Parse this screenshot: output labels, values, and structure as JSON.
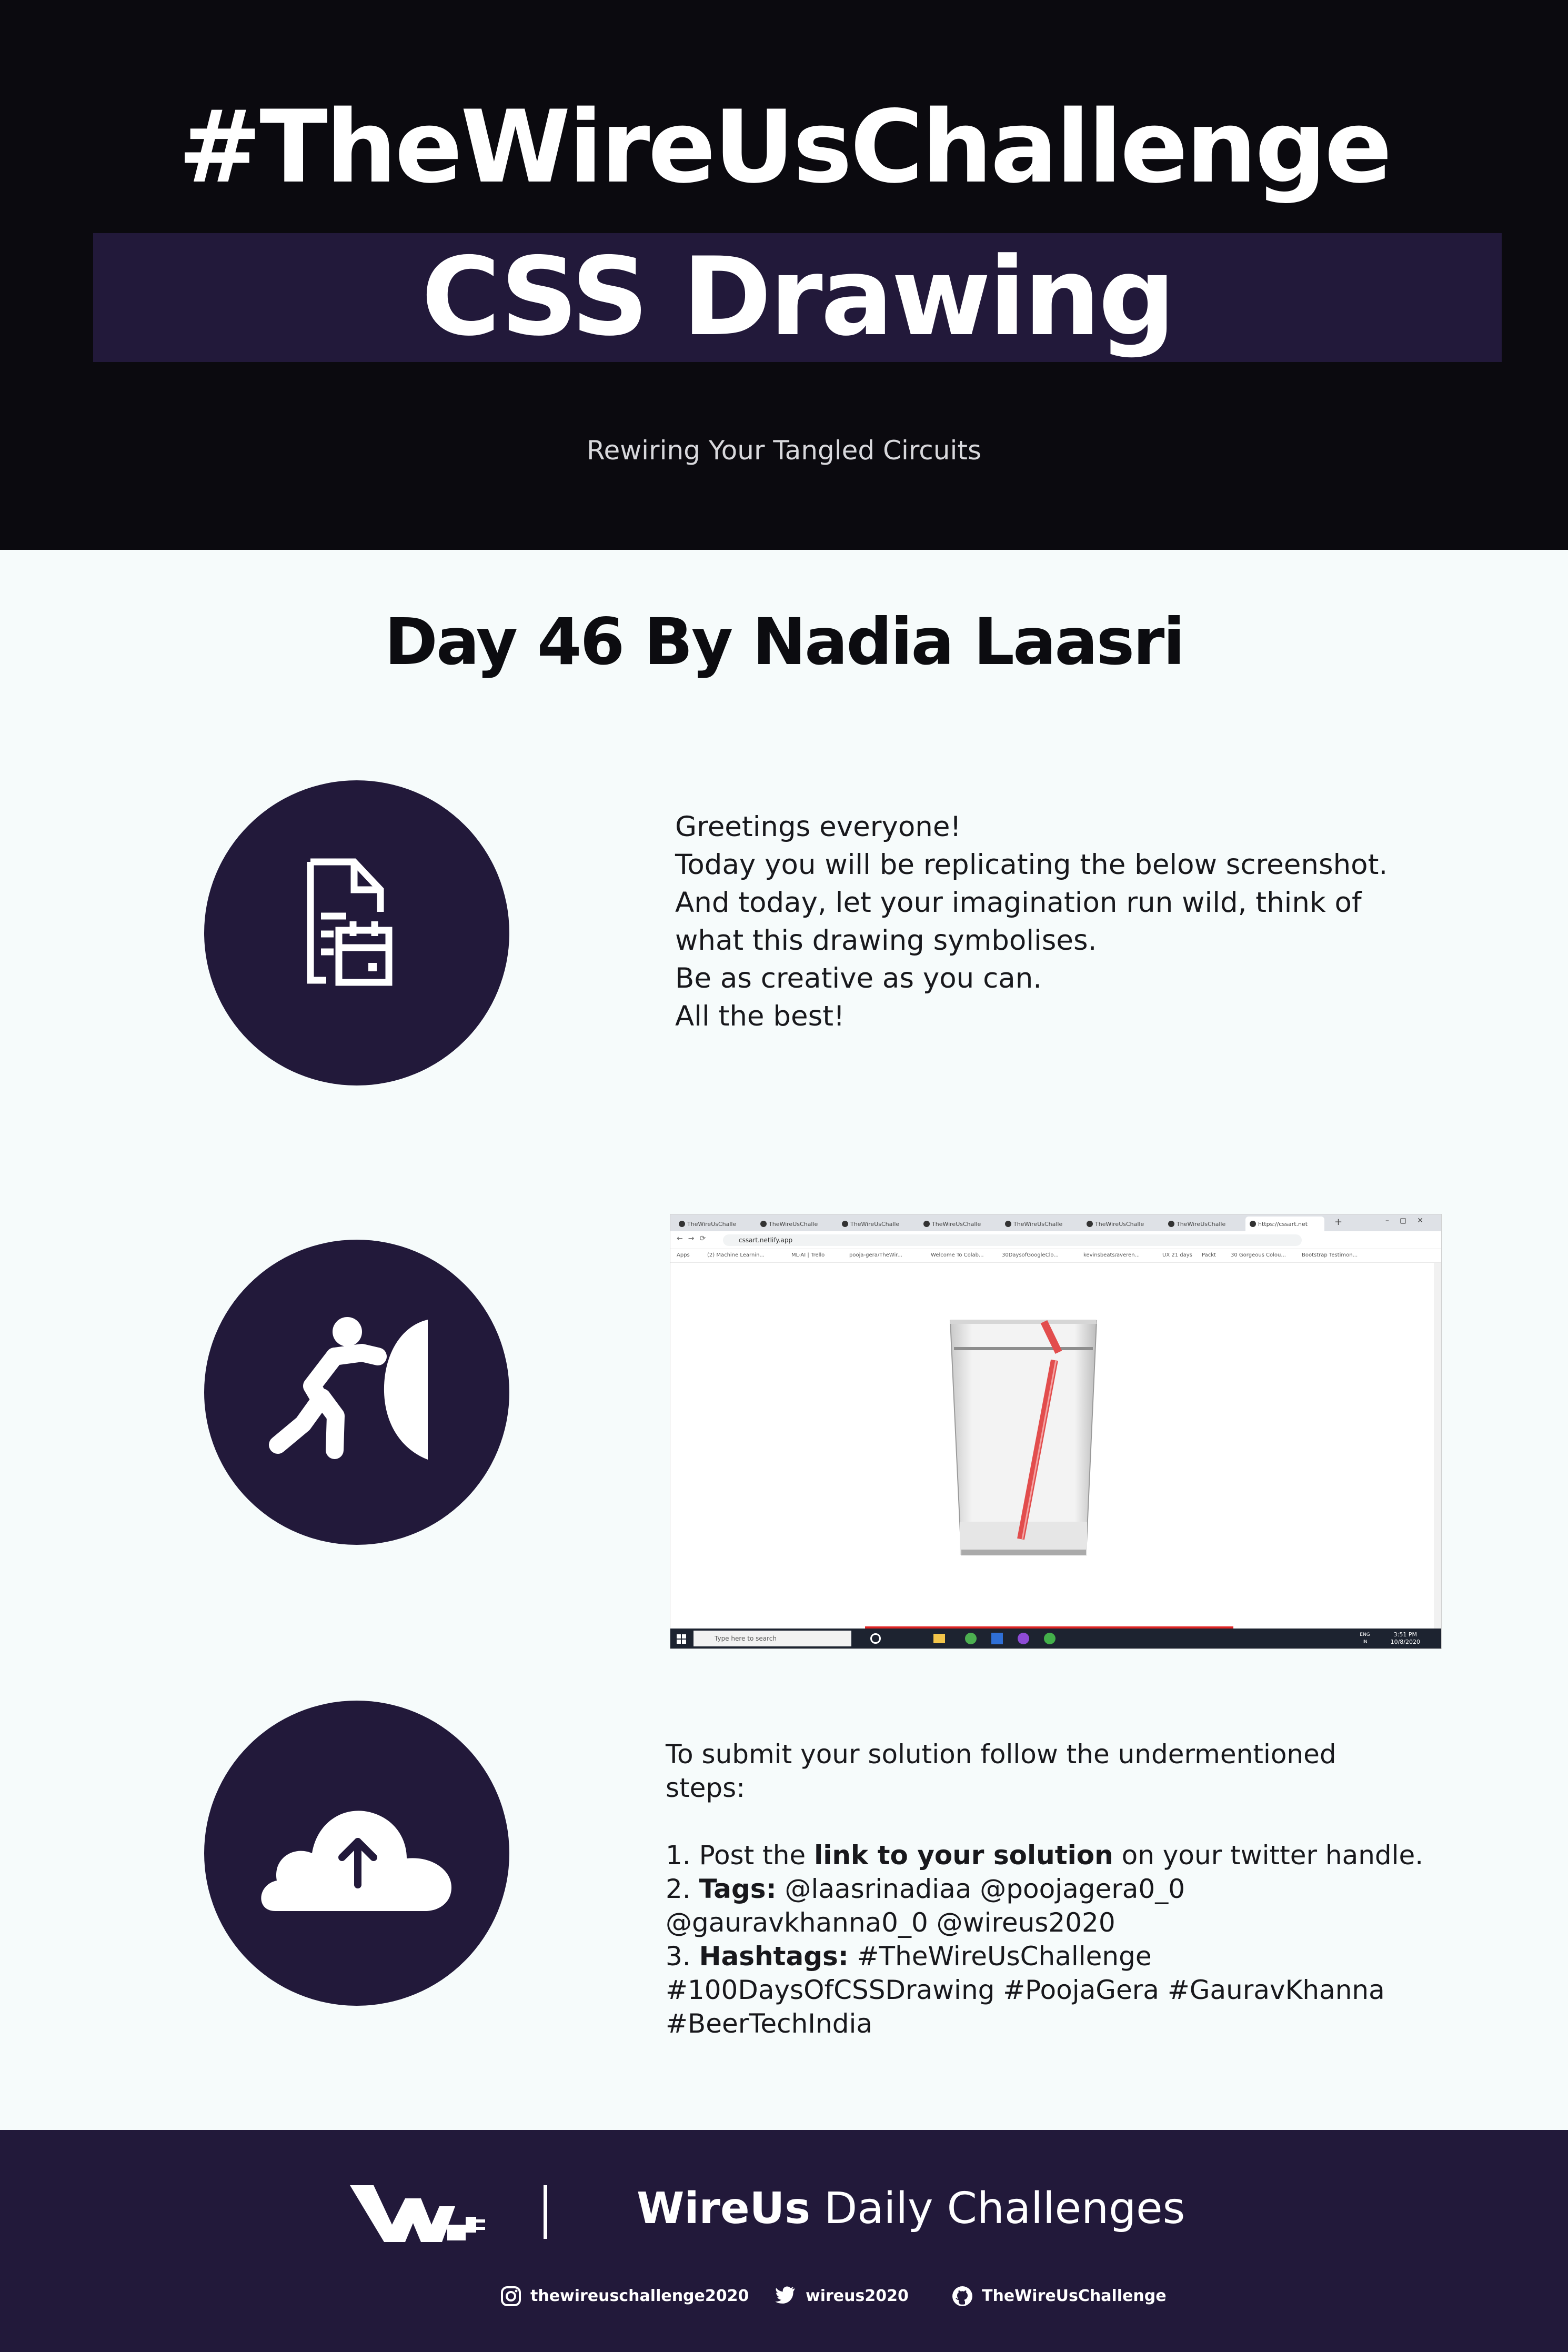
{
  "header": {
    "title": "#TheWireUsChallenge",
    "subtitle": "CSS Drawing",
    "tagline": "Rewiring Your Tangled Circuits"
  },
  "day_title": "Day 46 By Nadia Laasri",
  "intro": {
    "icon": "document-calendar-icon",
    "lines": [
      "Greetings everyone!",
      "Today you will be replicating the below screenshot.",
      "And today, let your imagination run wild, think of",
      "what this drawing symbolises.",
      "Be as creative as you can.",
      "All the best!"
    ]
  },
  "challenge": {
    "icon": "person-pushing-wall-icon",
    "screenshot": {
      "tabs": [
        "TheWireUsChalle",
        "TheWireUsChalle",
        "TheWireUsChalle",
        "TheWireUsChalle",
        "TheWireUsChalle",
        "TheWireUsChalle",
        "TheWireUsChalle",
        "https://cssart.net"
      ],
      "address": "cssart.netlify.app",
      "bookmarks": [
        "Apps",
        "(2) Machine Learnin...",
        "ML-AI | Trello",
        "pooja-gera/TheWir...",
        "Welcome To Colab...",
        "30DaysofGoogleClo...",
        "kevinsbeats/averen...",
        "UX 21 days",
        "Packt",
        "30 Gorgeous Colou...",
        "Bootstrap Testimon..."
      ],
      "taskbar_search": "Type here to search",
      "clock_time": "3:51 PM",
      "clock_date": "10/8/2020",
      "lang": "ENG IN"
    }
  },
  "submit": {
    "icon": "cloud-upload-icon",
    "intro_line1": "To submit your solution follow the undermentioned",
    "intro_line2": "steps:",
    "step1_prefix": "1. Post the ",
    "step1_bold": "link to your solution",
    "step1_suffix": " on your twitter handle.",
    "step2_prefix": "2. ",
    "step2_bold": "Tags:",
    "step2_rest": " @laasrinadiaa @poojagera0_0",
    "step2_line2": "@gauravkhanna0_0 @wireus2020",
    "step3_prefix": "3. ",
    "step3_bold": "Hashtags:",
    "step3_rest": " #TheWireUsChallenge",
    "step3_line2": "#100DaysOfCSSDrawing #PoojaGera #GauravKhanna",
    "step3_line3": "#BeerTechIndia"
  },
  "footer": {
    "brand_bold": "WireUs",
    "brand_rest": " Daily Challenges",
    "instagram": "thewireuschallenge2020",
    "twitter": "wireus2020",
    "github": "TheWireUsChallenge"
  },
  "colors": {
    "header_bg": "#0b0a0f",
    "accent_purple": "#22193a",
    "page_bg": "#f6fbfb"
  }
}
